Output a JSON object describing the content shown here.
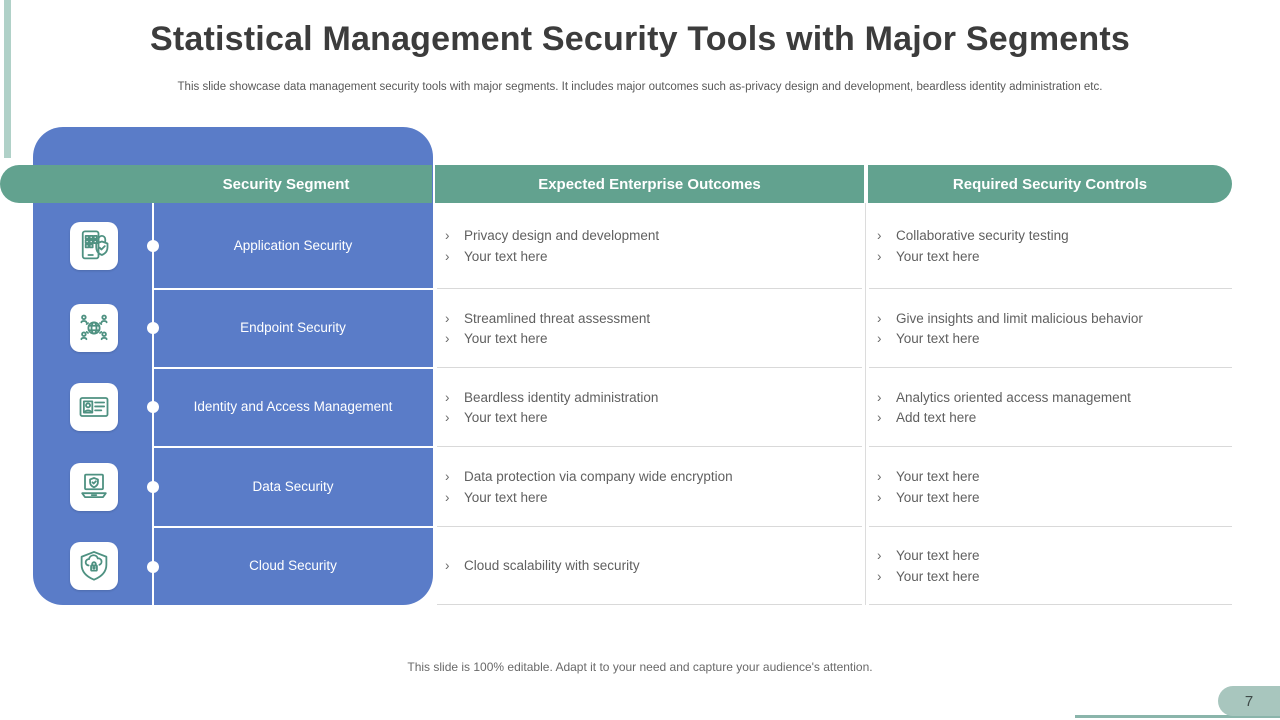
{
  "slide": {
    "title": "Statistical Management Security Tools with Major Segments",
    "subtitle": "This slide showcase data management security tools with major segments. It includes major outcomes such as-privacy design and development, beardless identity administration etc.",
    "footer_note": "This slide is 100% editable. Adapt it to your need and capture your audience's attention.",
    "page_number": "7"
  },
  "colors": {
    "panel_blue": "#5a7cc8",
    "header_green": "#62a28f",
    "icon_teal": "#4e9181",
    "accent_teal": "#b0d1c8",
    "page_pill": "#a8c6be",
    "body_text": "#606060"
  },
  "table": {
    "bullet_char": "›",
    "headers": [
      "Security Segment",
      "Expected Enterprise Outcomes",
      "Required Security Controls"
    ],
    "rows": [
      {
        "segment": "Application Security",
        "icon": "app-security-icon",
        "outcomes": [
          "Privacy design and development",
          "Your text here"
        ],
        "controls": [
          "Collaborative security testing",
          "Your text here"
        ]
      },
      {
        "segment": "Endpoint Security",
        "icon": "endpoint-security-icon",
        "outcomes": [
          "Streamlined threat assessment",
          "Your text here"
        ],
        "controls": [
          "Give insights and limit malicious behavior",
          "Your text here"
        ]
      },
      {
        "segment": "Identity and Access Management",
        "icon": "identity-access-icon",
        "outcomes": [
          "Beardless identity administration",
          "Your text here"
        ],
        "controls": [
          "Analytics oriented access management",
          "Add text here"
        ]
      },
      {
        "segment": "Data Security",
        "icon": "data-security-icon",
        "outcomes": [
          "Data protection via company wide encryption",
          "Your text here"
        ],
        "controls": [
          "Your text here",
          "Your text here"
        ]
      },
      {
        "segment": "Cloud Security",
        "icon": "cloud-security-icon",
        "outcomes": [
          "Cloud scalability with security"
        ],
        "controls": [
          "Your text here",
          "Your text here"
        ]
      }
    ]
  }
}
